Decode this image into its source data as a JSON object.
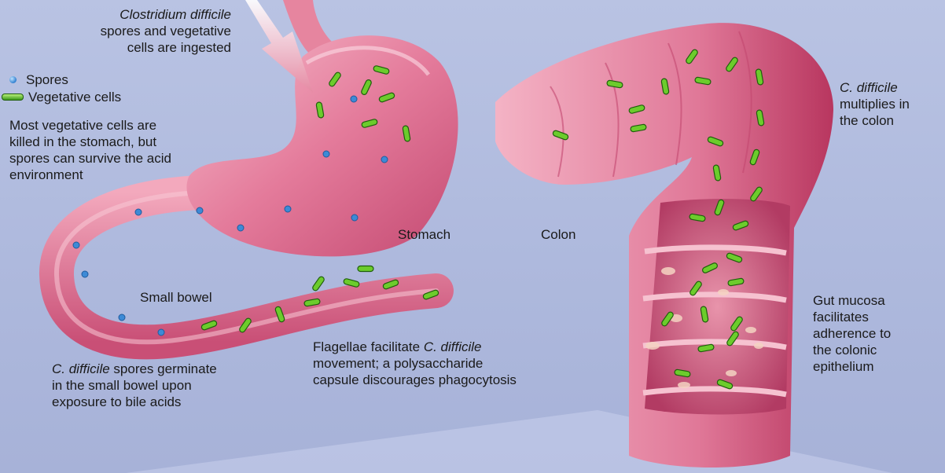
{
  "labels": {
    "ingest_line1": "Clostridium difficile",
    "ingest_line2": "spores and vegetative",
    "ingest_line3": "cells are ingested",
    "legend_spores": "Spores",
    "legend_vegetative": "Vegetative cells",
    "stomach_note_line1": "Most vegetative cells are",
    "stomach_note_line2": "killed in the stomach, but",
    "stomach_note_line3": "spores can survive the acid",
    "stomach_note_line4": "environment",
    "stomach": "Stomach",
    "colon": "Colon",
    "small_bowel": "Small bowel",
    "germinate_italic": "C. difficile",
    "germinate_line1_rest": " spores germinate",
    "germinate_line2": "in the small bowel upon",
    "germinate_line3": "exposure to bile acids",
    "flagellae_line1_a": "Flagellae facilitate ",
    "flagellae_line1_italic": "C. difficile",
    "flagellae_line2": "movement; a polysaccharide",
    "flagellae_line3": "capsule discourages phagocytosis",
    "multiplies_line1": "C. difficile",
    "multiplies_line2": "multiplies in",
    "multiplies_line3": "the colon",
    "mucosa_line1": "Gut mucosa",
    "mucosa_line2": "facilitates",
    "mucosa_line3": "adherence to",
    "mucosa_line4": "the colonic",
    "mucosa_line5": "epithelium"
  },
  "colors": {
    "background": "#b3bedf",
    "tissue": "#e88aa6",
    "tissue_dark": "#c9456f",
    "spore": "#2f7fd0",
    "vegetative": "#5fbf2a"
  }
}
